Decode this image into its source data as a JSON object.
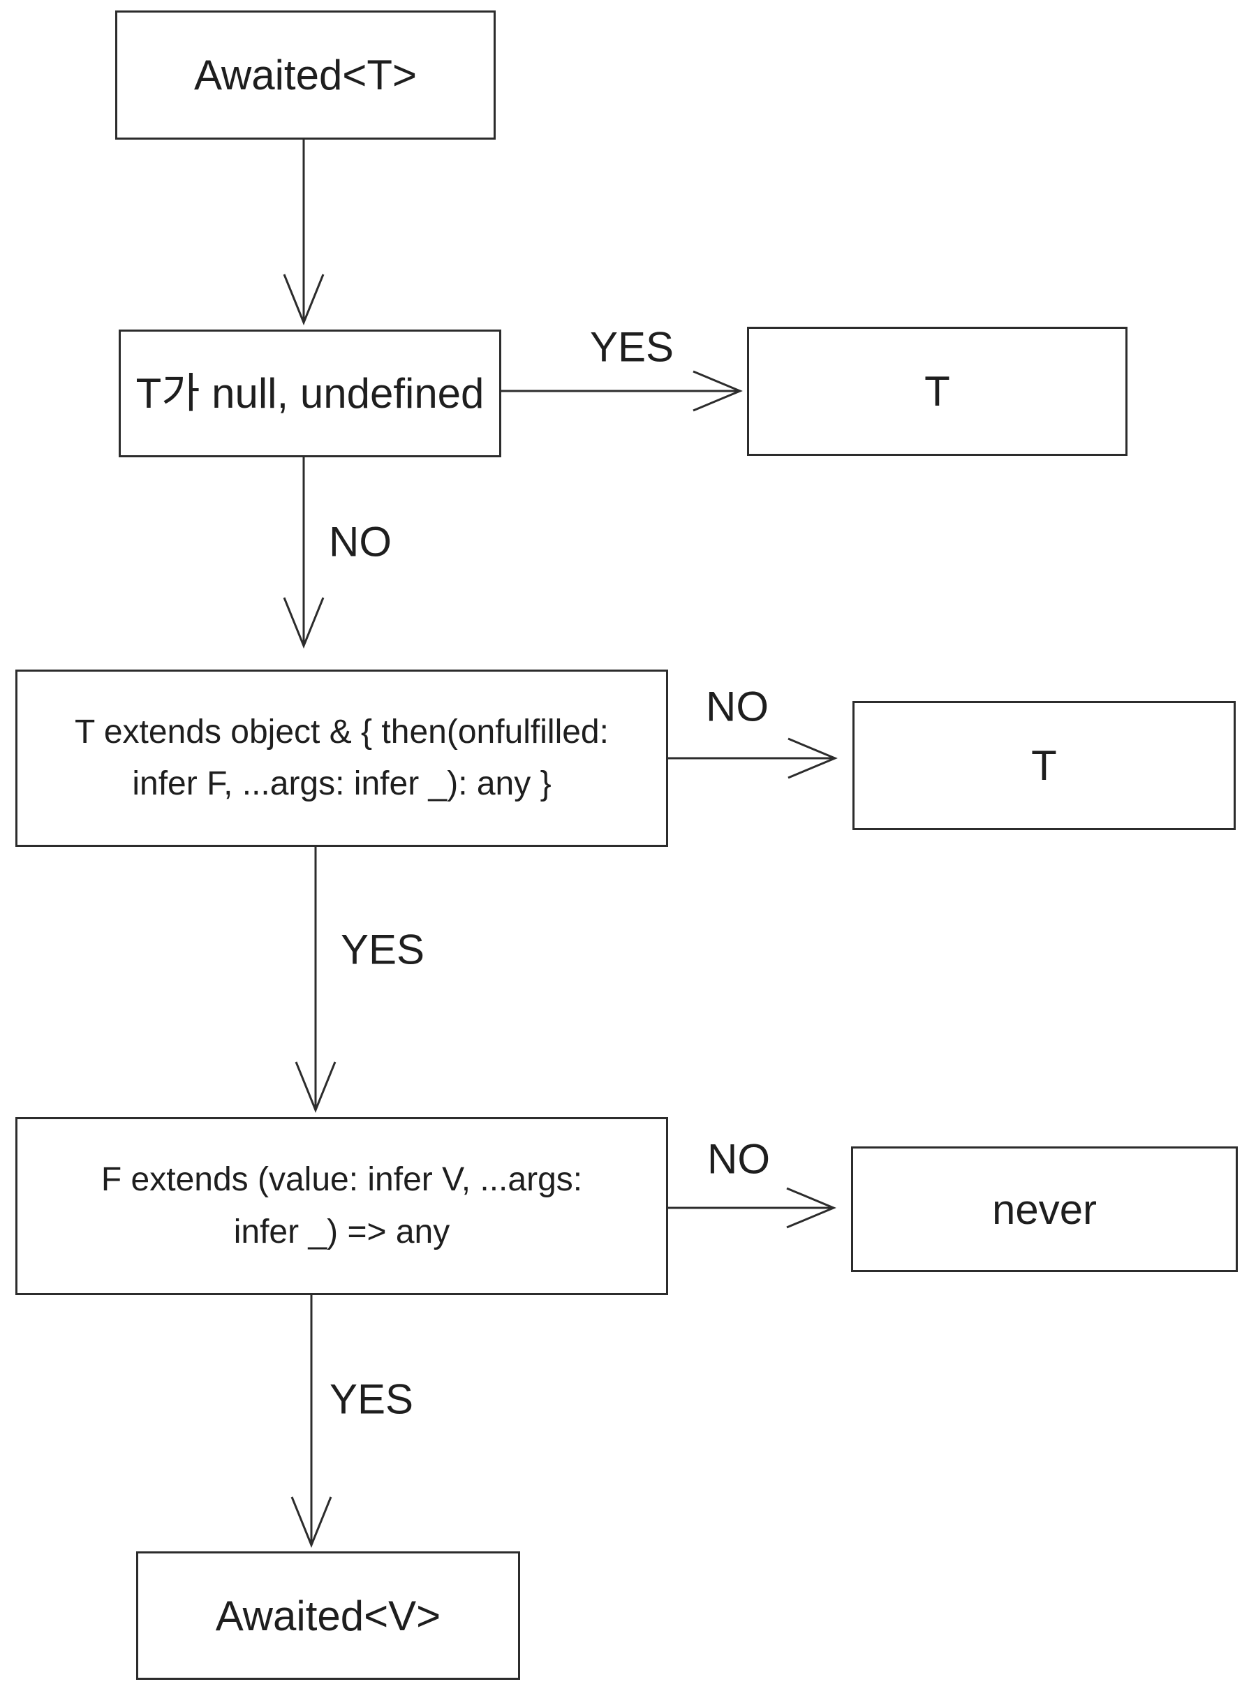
{
  "colors": {
    "background": "#ffffff",
    "line": "#2c2c2c",
    "text": "#1e1e1e"
  },
  "nodes": [
    {
      "id": "awaited-t",
      "label": "Awaited<T>"
    },
    {
      "id": "null-check",
      "label": "T가 null, undefined"
    },
    {
      "id": "result-t-1",
      "label": "T"
    },
    {
      "id": "thenable-check",
      "lines": [
        "T extends object & { then(onfulfilled:",
        "infer F, ...args: infer _): any }"
      ]
    },
    {
      "id": "result-t-2",
      "label": "T"
    },
    {
      "id": "fulfilled-check",
      "lines": [
        "F extends (value: infer V, ...args:",
        "infer _) => any"
      ]
    },
    {
      "id": "result-never",
      "label": "never"
    },
    {
      "id": "awaited-v",
      "label": "Awaited<V>"
    }
  ],
  "edges": [
    {
      "from": "awaited-t",
      "to": "null-check",
      "label": ""
    },
    {
      "from": "null-check",
      "to": "result-t-1",
      "label": "YES"
    },
    {
      "from": "null-check",
      "to": "thenable-check",
      "label": "NO"
    },
    {
      "from": "thenable-check",
      "to": "result-t-2",
      "label": "NO"
    },
    {
      "from": "thenable-check",
      "to": "fulfilled-check",
      "label": "YES"
    },
    {
      "from": "fulfilled-check",
      "to": "result-never",
      "label": "NO"
    },
    {
      "from": "fulfilled-check",
      "to": "awaited-v",
      "label": "YES"
    }
  ]
}
